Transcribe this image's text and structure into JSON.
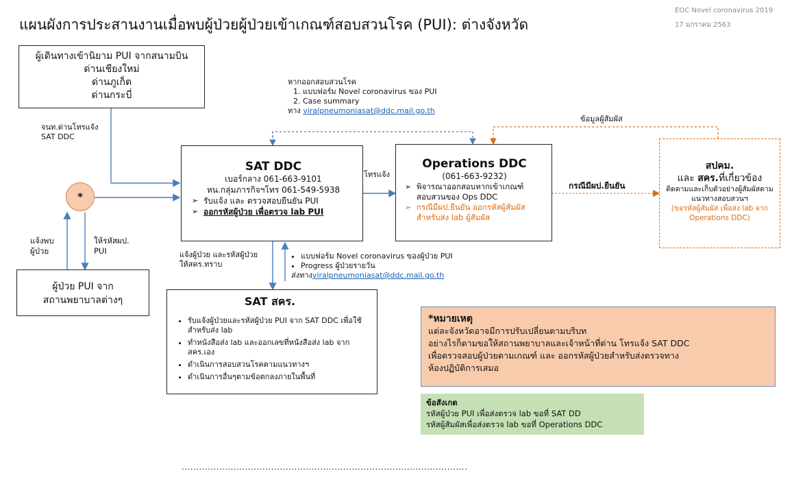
{
  "header": {
    "title": "แผนผังการประสานงานเมื่อพบผู้ป่วยผู้ป่วยเข้าเกณฑ์สอบสวนโรค (PUI): ต่างจังหวัด",
    "org": "EOC Novel coronavirus 2019",
    "date": "17 มกราคม 2563"
  },
  "traveler_box": {
    "lines": [
      "ผู้เดินทางเข้านิยาม PUI จากสนามบิน",
      "ด่านเชียงใหม่",
      "ด่านภูเก็ต",
      "ด่านกระบี่"
    ]
  },
  "label_officer": [
    "จนท.ด่านโทรแจ้ง",
    "SAT DDC"
  ],
  "star_symbol": "*",
  "label_report": [
    "แจ้งพบ",
    "ผู้ป่วย"
  ],
  "label_code": [
    "ให้รหัสผป.",
    "PUI"
  ],
  "hospital_box": {
    "lines": [
      "ผู้ป่วย PUI จาก",
      "สถานพยาบาลต่างๆ"
    ]
  },
  "investigation_note": {
    "heading": "หากออกสอบสวนโรค",
    "items": [
      "แบบฟอร์ม Novel coronavirus ของ PUI",
      "Case summary"
    ],
    "via": "ทาง",
    "email": "viralpneumoniasat@ddc.mail.go.th"
  },
  "sat_ddc": {
    "title": "SAT DDC",
    "phone1": "เบอร์กลาง 061-663-9101",
    "phone2": "หน.กลุ่มภารกิจฯโทร 061-549-5938",
    "bullets": [
      "รับแจ้ง และ ตรวจสอบยืนยัน PUI",
      "ออกรหัสผู้ป่วย เพื่อตรวจ lab PUI"
    ]
  },
  "label_call": "โทรแจ้ง",
  "ops_ddc": {
    "title": "Operations DDC",
    "phone": "(061-663-9232)",
    "bullet1": "พิจารณาออกสอบหากเข้าเกณฑ์ สอบสวนของ Ops DDC",
    "bullet2": "กรณีมีผป.ยืนยัน ออกรหัสผู้สัมผัส สำหรับส่ง lab ผู้สัมผัส"
  },
  "label_contact_info": "ข้อมูลผู้สัมผัส",
  "label_confirmed": "กรณีมีผป.ยืนยัน",
  "spdm_box": {
    "title1": "สปคม.",
    "title2_prefix": "และ ",
    "title2_bold": "สคร.",
    "title2_suffix": "ที่เกี่ยวข้อง",
    "desc": "ติดตามและเก็บตัวอย่างผู้สัมผัสตามแนวทางสอบสวนฯ",
    "note": "(ขอรหัสผู้สัมผัส เพื่อส่ง lab จาก Operations DDC)"
  },
  "label_notify_sat": [
    "แจ้งผู้ป่วย และรหัสผู้ป่วย",
    "ให้สคร.ทราบ"
  ],
  "form_note": {
    "items": [
      "แบบฟอร์ม Novel coronavirus ของผู้ป่วย PUI",
      "Progress ผู้ป่วยรายวัน"
    ],
    "via": "ส่งทาง",
    "email": "viralpneumoniasat@ddc.mail.go.th"
  },
  "sat_skr": {
    "title": "SAT สคร.",
    "bullets": [
      "รับแจ้งผู้ป่วยและรหัสผู้ป่วย PUI จาก SAT DDC เพื่อใช้สำหรับส่ง lab",
      "ทำหนังสือส่ง lab และออกเลขที่หนังสือส่ง lab จากสคร.เอง",
      "ดำเนินการสอบสวนโรคตามแนวทางฯ",
      "ดำเนินการอื่นๆตามข้อตกลงภายในพื้นที่"
    ]
  },
  "remark": {
    "title": "*หมายเหตุ",
    "lines": [
      "แต่ละจังหวัดอาจมีการปรับเปลี่ยนตามบริบท",
      "อย่างไรก็ตามขอให้สถานพยาบาลและเจ้าหน้าที่ด่าน  โทรแจ้ง SAT DDC",
      "เพื่อตรวจสอบผู้ป่วยตามเกณฑ์ และ ออกรหัสผู้ป่วยสำหรับส่งตรวจทาง",
      "ห้องปฏิบัติการเสมอ"
    ]
  },
  "observation": {
    "title": "ข้อสังเกต",
    "lines": [
      "รหัสผู้ป่วย PUI เพื่อส่งตรวจ lab ขอที่ SAT DD",
      "รหัสผู้สัมผัสเพื่อส่งตรวจ lab ขอที่ Operations DDC"
    ]
  },
  "footer_dots": "...................................................................................................",
  "colors": {
    "arrow": "#4a7ebb",
    "orange": "#e26b0a",
    "remark_bg": "#f8cbad",
    "obs_bg": "#c5e0b4",
    "star_bg": "#f8cbad"
  }
}
